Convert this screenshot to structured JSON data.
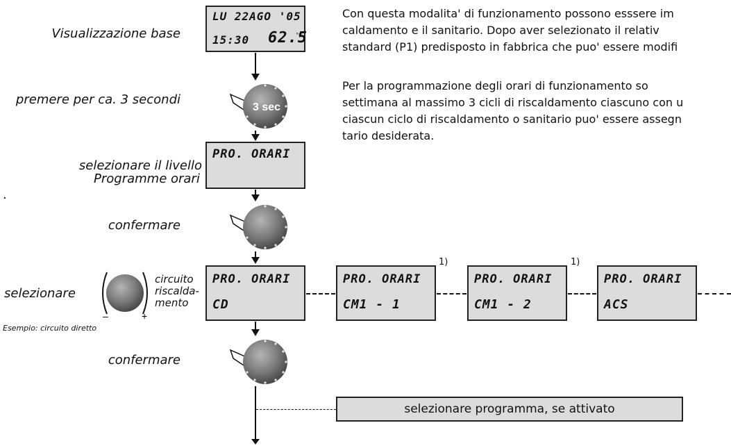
{
  "labels": {
    "base": "Visualizzazione base",
    "press": "premere per ca. 3 secondi",
    "select_level_1": "selezionare il livello",
    "select_level_2": "Programme orari",
    "confirm1": "confermare",
    "select": "selezionare",
    "circuit_1": "circuito",
    "circuit_2": "riscalda-",
    "circuit_3": "mento",
    "example": "Esempio: circuito diretto",
    "confirm2": "confermare",
    "dot": ".",
    "knob_minus": "–",
    "knob_plus": "+",
    "knob_3sec": "3 sec"
  },
  "lcd_base": {
    "line1": "LU 22AGO '05",
    "line2": "15:30",
    "temp": "62.5",
    "unit": "°C"
  },
  "lcd_level": {
    "line1": "PRO. ORARI"
  },
  "lcd_options": [
    {
      "line1": "PRO. ORARI",
      "line2": "CD",
      "note": ""
    },
    {
      "line1": "PRO. ORARI",
      "line2": "CM1 - 1",
      "note": "1)"
    },
    {
      "line1": "PRO. ORARI",
      "line2": "CM1 - 2",
      "note": "1)"
    },
    {
      "line1": "PRO. ORARI",
      "line2": "ACS",
      "note": ""
    }
  ],
  "banner": "selezionare programma, se attivato",
  "paragraphs": {
    "p1": [
      "Con questa modalita' di funzionamento possono esssere im",
      "caldamento e il sanitario. Dopo aver selezionato il relativ",
      "standard (P1) predisposto in fabbrica che puo' essere modifi"
    ],
    "p2": [
      "Per la programmazione degli orari di funzionamento so",
      "settimana al massimo 3 cicli di riscaldamento ciascuno con u",
      "ciascun ciclo di riscaldamento o sanitario puo' essere assegn",
      "tario desiderata."
    ]
  },
  "colors": {
    "lcd_bg": "#dcdcdc",
    "knob": "#6e6e6e",
    "line": "#111111"
  }
}
